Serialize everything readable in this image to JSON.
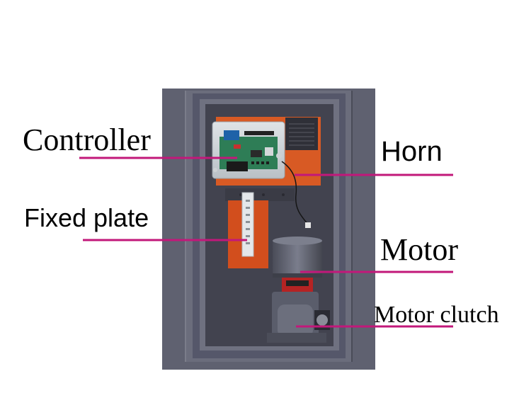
{
  "labels": {
    "controller": "Controller",
    "horn": "Horn",
    "fixed_plate": "Fixed plate",
    "motor": "Motor",
    "motor_clutch": "Motor clutch"
  },
  "colors": {
    "leader_line": "#c2187a",
    "cabinet": "#5f6170",
    "cabinet_inner": "#4b4c5a",
    "orange_panel": "#d85a24",
    "motor_body": "#5e6170"
  }
}
